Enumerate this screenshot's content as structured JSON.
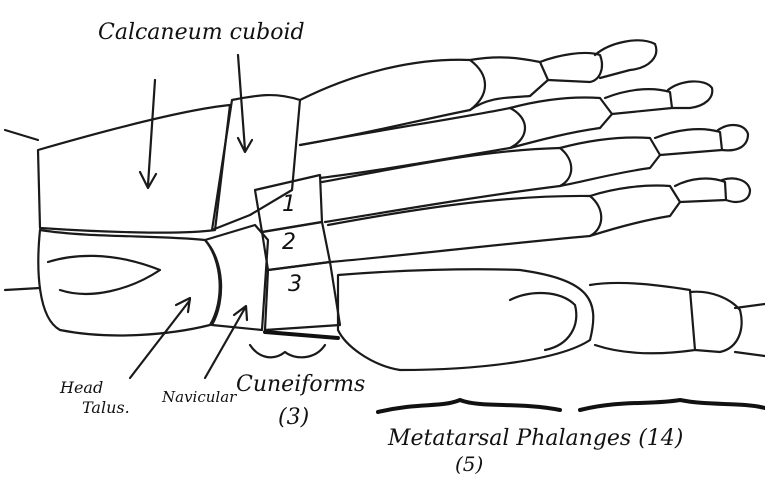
{
  "diagram": {
    "labels": {
      "calcaneum_cuboid": "Calcaneum cuboid",
      "head_talus_1": "Head",
      "head_talus_2": "Talus.",
      "navicular": "Navicular",
      "cuneiforms": "Cuneiforms",
      "cuneiforms_count": "(3)",
      "metatarsal_phalanges": "Metatarsal Phalanges (14)",
      "metatarsal_count": "(5)",
      "cuneiform_numbers": [
        "1",
        "2",
        "3"
      ]
    },
    "ink_color": "#1a1a1a"
  }
}
